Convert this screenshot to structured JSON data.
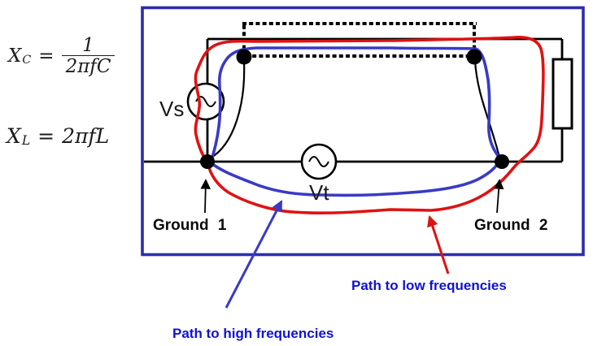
{
  "colors": {
    "panel_border": "#2c2cae",
    "low_freq_path_red": "#e01111",
    "high_freq_path_blue": "#3a3ac6",
    "annotation_text_blue": "#1111d6",
    "wire_black": "#000000"
  },
  "formulas": {
    "xc": {
      "base": "X",
      "sub": "C",
      "eq": "=",
      "num": "1",
      "den": "2πfC"
    },
    "xl": {
      "base": "X",
      "sub": "L",
      "eq": "=",
      "rhs": "2πfL"
    }
  },
  "circuit": {
    "vs_label": "Vs",
    "vt_label": "Vt",
    "ground1_label": "Ground 1",
    "ground2_label": "Ground 2"
  },
  "annotations": {
    "low": "Path to low frequencies",
    "high": "Path to high frequencies"
  }
}
